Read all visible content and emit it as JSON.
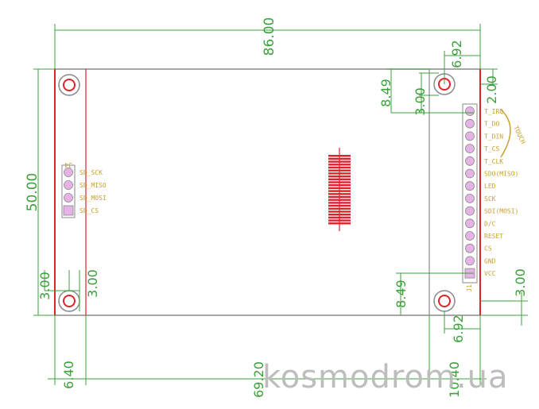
{
  "dimensions": {
    "overall_width": "86.00",
    "overall_height": "50.00",
    "right_offset_top": "6.92",
    "right_offset_bottom": "6.92",
    "hole_top_offset": "2.00",
    "hole_right_vertical_top": "8.49",
    "hole_right_vertical_bottom": "8.49",
    "hole_dia_top_right": "3.00",
    "hole_left_dia_a": "3.00",
    "hole_left_dia_b": "3.00",
    "hole_right_bottom_dia": "3.00",
    "left_margin": "6.40",
    "display_width": "69.20",
    "right_margin": "10.40"
  },
  "connectors": {
    "j4_label": "J4",
    "j4_pins": [
      "SD_SCK",
      "SD_MISO",
      "SD_MOSI",
      "SD_CS"
    ],
    "j1_label": "J1",
    "touch_label": "TOUCH",
    "j1_pins": [
      "T_IRQ",
      "T_DO",
      "T_DIN",
      "T_CS",
      "T_CLK",
      "SDO(MISO)",
      "LED",
      "SCK",
      "SDI(MOSI)",
      "D/C",
      "RESET",
      "CS",
      "GND",
      "VCC"
    ]
  },
  "watermark": "kosmodrom.ua",
  "colors": {
    "dimension": "#3aa13a",
    "board_edge": "#e0202a",
    "pin_label": "#c8a02a",
    "pad": "#e6b3e6",
    "outline": "#8a8a8a"
  }
}
